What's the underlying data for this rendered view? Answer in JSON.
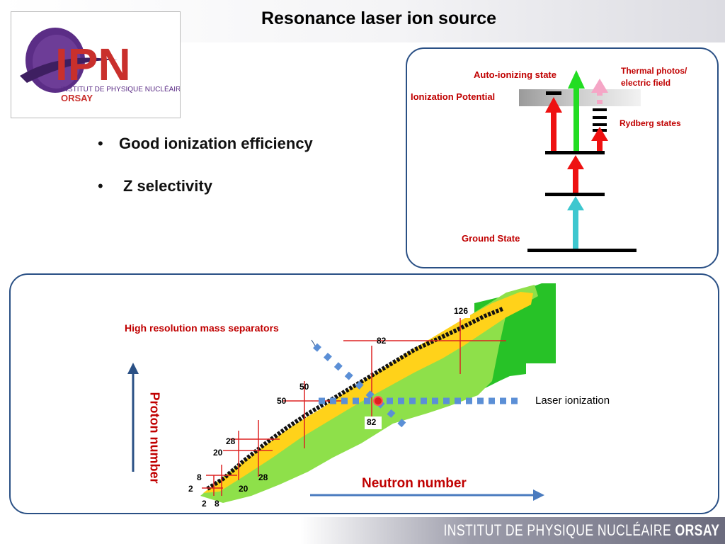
{
  "slide": {
    "title": "Resonance laser ion source",
    "bullets": [
      "Good ionization efficiency",
      "Z selectivity"
    ],
    "bullet_symbol": "•"
  },
  "logo": {
    "letters": "IPN",
    "line1": "INSTITUT DE PHYSIQUE NUCLÉAIRE",
    "line2": "ORSAY"
  },
  "energy_diagram": {
    "auto_ionizing": "Auto-ionizing state",
    "thermal_line1": "Thermal photos/",
    "thermal_line2": "electric field",
    "ionization_potential": "Ionization Potential",
    "rydberg": "Rydberg states",
    "ground_state": "Ground State"
  },
  "nuclide_chart": {
    "mass_sep_label": "High resolution mass separators",
    "laser_label": "Laser ionization",
    "proton_axis": "Proton number",
    "neutron_axis": "Neutron number",
    "magic_numbers": {
      "n126": "126",
      "z82": "82",
      "n82": "82",
      "z50": "50",
      "n50": "50",
      "z28": "28",
      "z20": "20",
      "n28": "28",
      "z8": "8",
      "z2": "2",
      "n20": "20",
      "n2": "2",
      "n8": "8"
    }
  },
  "footer": {
    "part1": "INSTITUT DE PHYSIQUE NUCLÉAIRE",
    "part2": "ORSAY"
  },
  "colors": {
    "accent_red": "#c00000",
    "panel_border": "#2a5085",
    "arrow_red": "#ee1111",
    "arrow_green": "#22dd22",
    "arrow_cyan": "#3ec7cf",
    "arrow_pink": "#f5a6c6",
    "chart_green": "#27c227",
    "chart_lightgreen": "#8ee04a",
    "chart_yellow": "#ffd21a",
    "dashed_blue": "#5b8fd6"
  }
}
